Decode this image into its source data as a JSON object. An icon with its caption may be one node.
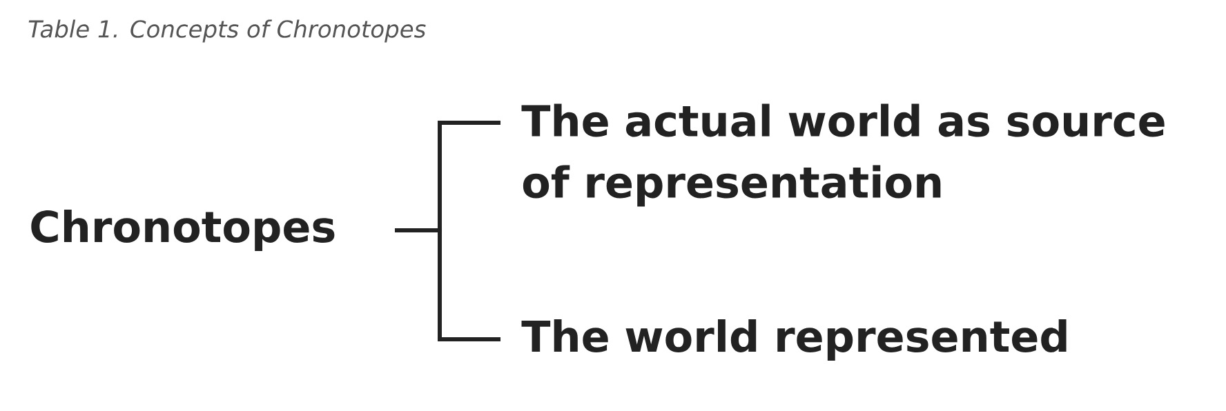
{
  "diagram": {
    "title": "Table 1. Concepts of Chronotopes",
    "nodes": [
      {
        "text": [
          "Chronotopes"
        ]
      },
      {
        "text": [
          "The actual world as source of representation"
        ]
      },
      {
        "text": [
          "The world represented"
        ]
      }
    ],
    "edges": [
      {
        "from": 0,
        "to": 1,
        "arrow": "none"
      },
      {
        "from": 0,
        "to": 2,
        "arrow": "none"
      }
    ]
  }
}
